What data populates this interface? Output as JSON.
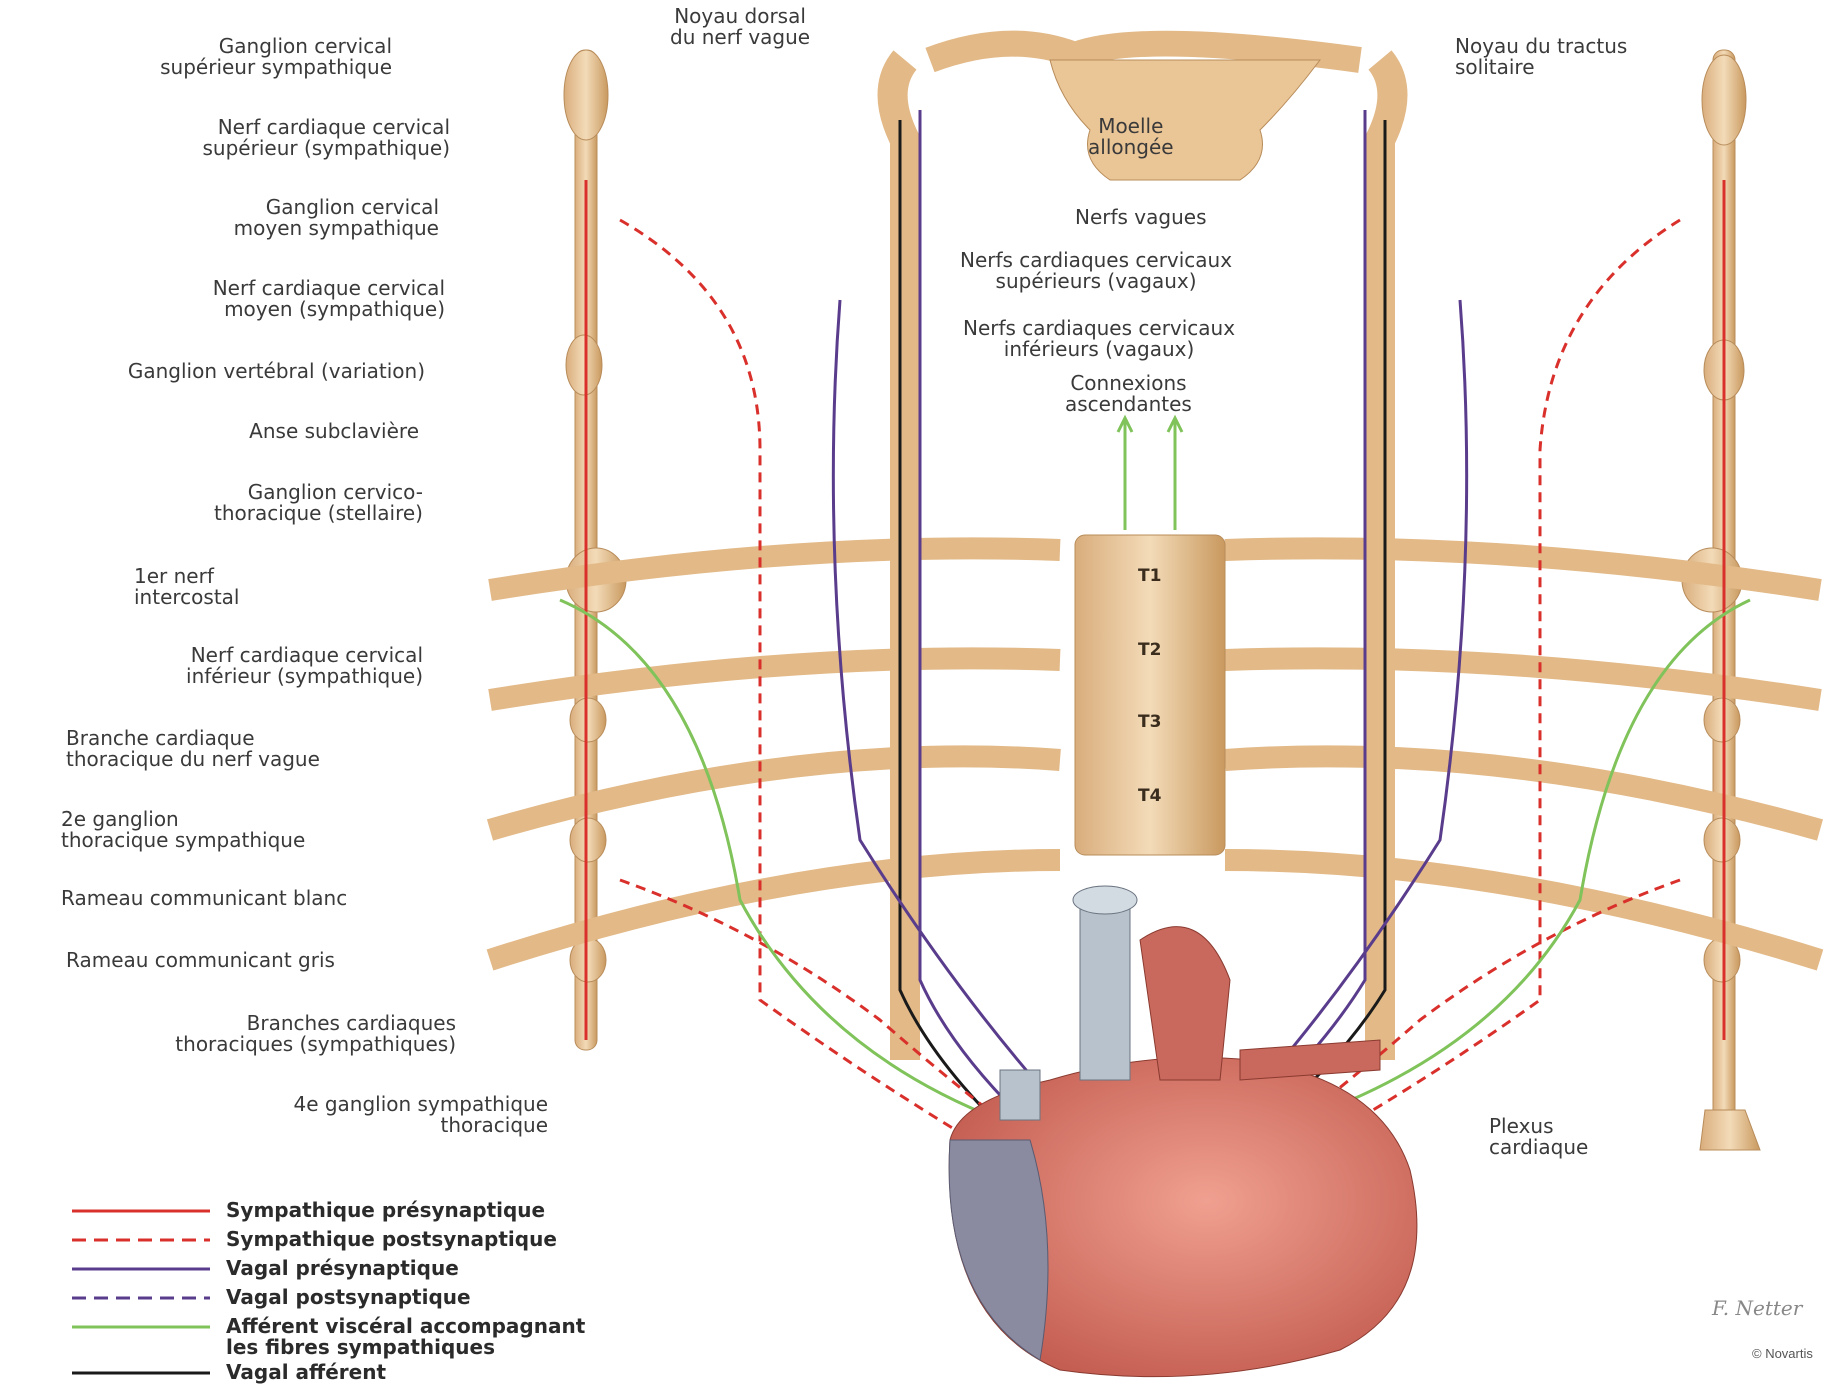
{
  "labels": {
    "noyau_dorsal": "Noyau dorsal\ndu nerf vague",
    "noyau_tractus": "Noyau du tractus\nsolitaire",
    "moelle": "Moelle\nallongée",
    "nerfs_vagues": "Nerfs vagues",
    "ncc_sup_vagaux": "Nerfs cardiaques cervicaux\nsupérieurs (vagaux)",
    "ncc_inf_vagaux": "Nerfs cardiaques cervicaux\ninférieurs (vagaux)",
    "connexions": "Connexions\nascendantes",
    "ganglion_sup": "Ganglion cervical\nsupérieur sympathique",
    "ncc_sup_symp": "Nerf cardiaque cervical\nsupérieur (sympathique)",
    "ganglion_moyen": "Ganglion cervical\nmoyen sympathique",
    "ncc_moyen_symp": "Nerf cardiaque cervical\nmoyen (sympathique)",
    "ganglion_vert": "Ganglion vertébral (variation)",
    "anse": "Anse subclavière",
    "ganglion_stellaire": "Ganglion cervico-\nthoracique (stellaire)",
    "nerf_intercostal": "1er nerf\nintercostal",
    "ncc_inf_symp": "Nerf cardiaque cervical\ninférieur (sympathique)",
    "branche_vague": "Branche cardiaque\nthoracique du nerf vague",
    "ganglion_2": "2e ganglion\nthoracique sympathique",
    "rameau_blanc": "Rameau communicant blanc",
    "rameau_gris": "Rameau communicant gris",
    "branches_thor": "Branches cardiaques\nthoraciques (sympathiques)",
    "ganglion_4": "4e ganglion sympathique\nthoracique",
    "plexus": "Plexus\ncardiaque"
  },
  "segments": [
    "T1",
    "T2",
    "T3",
    "T4"
  ],
  "legend": [
    {
      "label": "Sympathique présynaptique",
      "color": "#d9302c",
      "style": "solid"
    },
    {
      "label": "Sympathique postsynaptique",
      "color": "#d9302c",
      "style": "dashed"
    },
    {
      "label": "Vagal présynaptique",
      "color": "#5a3c8c",
      "style": "solid"
    },
    {
      "label": "Vagal postsynaptique",
      "color": "#5a3c8c",
      "style": "dashed"
    },
    {
      "label": "Afférent viscéral accompagnant\nles fibres sympathiques",
      "color": "#7fc35a",
      "style": "solid"
    },
    {
      "label": "Vagal afférent",
      "color": "#1a1a1a",
      "style": "solid"
    }
  ],
  "signature": "F. Netter",
  "credit": "© Novartis",
  "colors": {
    "nerve_tan": "#e9c79b",
    "nerve_dark": "#c99a66",
    "heart": "#d9786a",
    "vessel": "#b8c2cc"
  }
}
